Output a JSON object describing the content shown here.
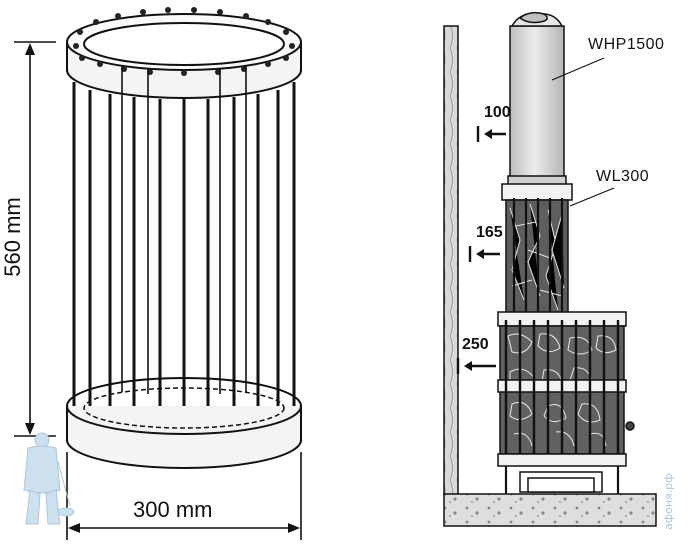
{
  "left_diagram": {
    "height_label": "560 mm",
    "width_label": "300 mm"
  },
  "right_diagram": {
    "model_top": "WHP1500",
    "model_cage": "WL300",
    "clearance_top": "100",
    "clearance_middle": "165",
    "clearance_bottom": "250"
  },
  "watermark": {
    "text": "афоня.рф",
    "logo": "mascot-logo"
  },
  "colors": {
    "line": "#111111",
    "pipe": "#d6d6d6",
    "wall": "#cfcfcf",
    "floor": "#dcdcdc",
    "stones": "#666666",
    "watermark": "#a9c7dc"
  }
}
